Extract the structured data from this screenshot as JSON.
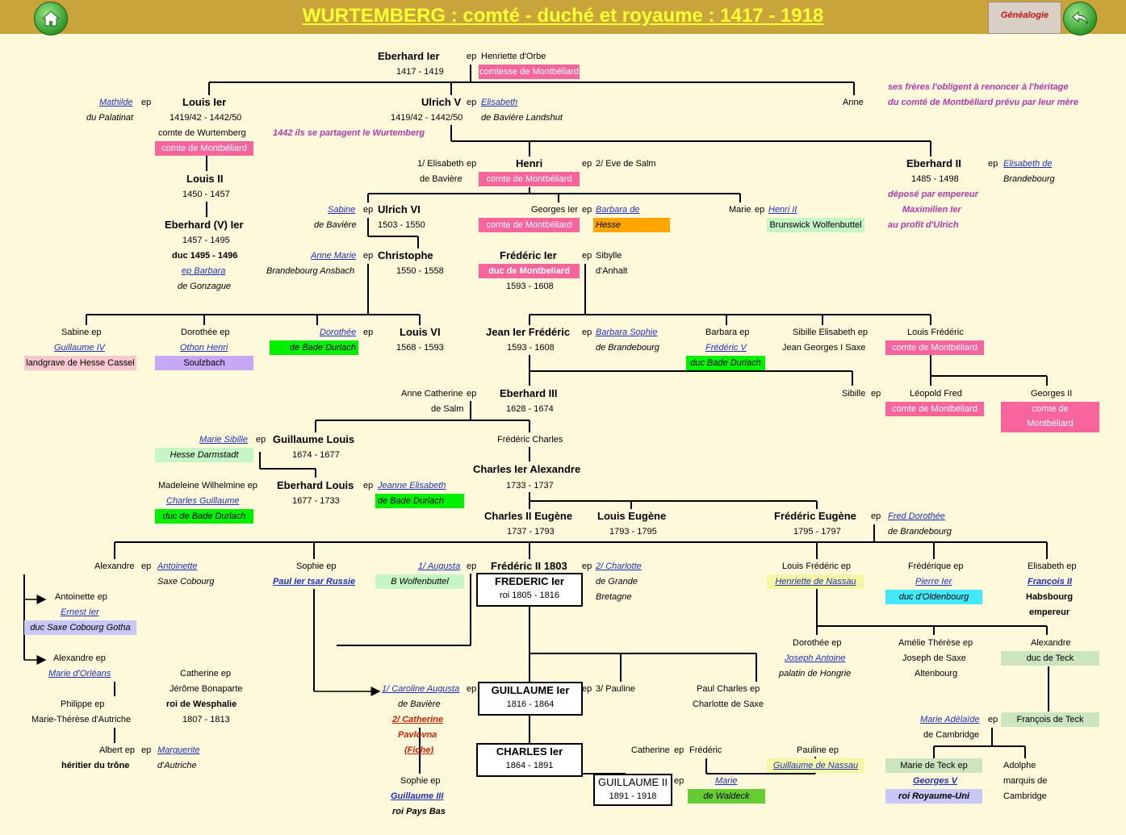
{
  "header": {
    "title": "WURTEMBERG : comté - duché et royaume : 1417 - 1918",
    "home_button": "home-icon",
    "badge": "Généalogie",
    "back_button": "back-arrow-icon"
  },
  "gen1": {
    "eberhard_i": "Eberhard Ier",
    "eberhard_i_dates": "1417 - 1419",
    "ep1": "ep",
    "henriette": "Henriette d'Orbe",
    "henriette_title": "comtesse de Montbéliard"
  },
  "gen2": {
    "mathilde": "Mathilde",
    "ep_mathilde": "ep",
    "palatin": "du Palatinat",
    "louis_i": "Louis Ier",
    "louis_i_dates": "1419/42 - 1442/50",
    "louis_i_t1": "comte de Wurtemberg",
    "louis_i_t2": "comte de Montbéliard",
    "ulrich_v": "Ulrich V",
    "ulrich_v_dates": "1419/42 - 1442/50",
    "ep_ulrich": "ep",
    "elisabeth": "Elisabeth",
    "baviere_landshut": "de Bavière Landshut",
    "partage": "1442 ils se partagent le Wurtemberg",
    "anne": "Anne",
    "note1": "ses frères l'obligent à renoncer à l'héritage",
    "note2": "du comté de Montbéliard prévu par leur mère"
  },
  "gen3": {
    "louis_ii": "Louis II",
    "louis_ii_dates": "1450 - 1457",
    "eberhard_v": "Eberhard (V) Ier",
    "eberhard_v_dates": "1457 - 1495",
    "eberhard_v_duc": "duc 1495 - 1496",
    "ep_barbara": "ep Barbara",
    "gonzague": "de Gonzague",
    "elisabeth1": "1/ Elisabeth",
    "ep_henri1": "ep",
    "de_baviere": "de Bavière",
    "henri": "Henri",
    "henri_title": "comte de Montbéliard",
    "ep_henri2": "ep",
    "eve": "2/ Eve de Salm",
    "eberhard_ii": "Eberhard II",
    "eberhard_ii_dates": "1485 - 1498",
    "ep_eb2": "ep",
    "elisabeth_de": "Elisabeth de",
    "brandebourg": "Brandebourg",
    "depose1": "déposé par empereur",
    "depose2": "Maximilien Ier",
    "depose3": "au profit d'Ulrich"
  },
  "gen4": {
    "sabine": "Sabine",
    "ep_sabine": "ep",
    "sabine_baviere": "de Bavière",
    "ulrich_vi": "Ulrich VI",
    "ulrich_vi_dates": "1503 - 1550",
    "georges_i": "Georges Ier",
    "ep_georges": "ep",
    "barbara_de": "Barbara de",
    "georges_title": "comte de Montbéliard",
    "hesse": "Hesse",
    "marie": "Marie",
    "ep_marie": "ep",
    "henri_ii": "Henri II",
    "brunswick": "Brunswick Wolfenbuttel",
    "anne_marie": "Anne Marie",
    "ep_am": "ep",
    "brandebourg_ansbach": "Brandebourg Ansbach",
    "christophe": "Christophe",
    "christophe_dates": "1550 - 1558",
    "frederic_i": "Frédéric Ier",
    "frederic_i_title": "duc de Montbeliard",
    "frederic_i_dates": "1593 - 1608",
    "ep_fred": "ep",
    "sibylle": "Sibylle",
    "anhalt": "d'Anhalt"
  },
  "gen5": {
    "sabine_ep": "Sabine ep",
    "guillaume_iv": "Guillaume IV",
    "landgrave": "landgrave de Hesse Cassel",
    "dorothee_ep": "Dorothée ep",
    "othon": "Othon Henri",
    "soulzbach": "Soulzbach",
    "dorothee": "Dorothée",
    "ep_dor": "ep",
    "bade_durlach": "de Bade Durlach",
    "louis_vi": "Louis VI",
    "louis_vi_dates": "1568 - 1593",
    "jean_frederic": "Jean Ier Frédéric",
    "jf_dates": "1593 - 1608",
    "ep_jf": "ep",
    "barbara_sophie": "Barbara Sophie",
    "de_brandebourg": "de Brandebourg",
    "barbara_ep": "Barbara ep",
    "frederic_v": "Frédéric V",
    "duc_bade_durlach": "duc Bade Durlach",
    "sibille_elisabeth": "Sibille Elisabeth ep",
    "jean_georges": "Jean Georges I Saxe",
    "louis_frederic": "Louis Frédéric",
    "lf_title": "comte de Montbéliard"
  },
  "gen6": {
    "anne_catherine": "Anne Catherine",
    "ep_ac": "ep",
    "de_salm": "de Salm",
    "eberhard_iii": "Eberhard III",
    "eberhard_iii_dates": "1628 - 1674",
    "sibille": "Sibille",
    "ep_sib": "ep",
    "leopold": "Léopold Fred",
    "leopold_title": "comte de Montbéliard",
    "georges_ii": "Georges II",
    "georges_ii_t1": "comte de",
    "georges_ii_t2": "Montbéliard"
  },
  "gen7": {
    "marie_sibille": "Marie Sibille",
    "ep_ms": "ep",
    "hesse_darmstadt": "Hesse Darmstadt",
    "guillaume_louis": "Guillaume Louis",
    "gl_dates": "1674 - 1677",
    "frederic_charles": "Frédéric Charles",
    "charles_alexandre": "Charles Ier Alexandre",
    "ca_dates": "1733 - 1737",
    "madeleine": "Madeleine Wilhelmine ep",
    "charles_guillaume": "Charles Guillaume",
    "duc_bade_durlach2": "duc de Bade Durlach",
    "eberhard_louis": "Eberhard Louis",
    "el_dates": "1677 - 1733",
    "ep_el": "ep",
    "jeanne_elisabeth": "Jeanne Elisabeth",
    "de_bade_durlach2": "de Bade Durlach"
  },
  "gen8": {
    "charles_ii": "Charles II Eugène",
    "charles_ii_dates": "1737 - 1793",
    "louis_eugene": "Louis Eugène",
    "louis_eugene_dates": "1793 - 1795",
    "frederic_eugene": "Frédéric Eugène",
    "fe_dates": "1795 - 1797",
    "ep_fe": "ep",
    "fred_dorothee": "Fred Dorothée",
    "fe_brandebourg": "de Brandebourg"
  },
  "gen9": {
    "alexandre": "Alexandre",
    "ep_alex": "ep",
    "antoinette": "Antoinette",
    "saxe_cobourg": "Saxe Cobourg",
    "sophie": "Sophie ep",
    "paul_ier": "Paul Ier tsar Russie",
    "augusta": "1/ Augusta",
    "ep_aug": "ep",
    "b_wolfenbuttel": "B Wolfenbuttel",
    "frederic_ii": "Frédéric II 1803",
    "frederic_roi": "FREDERIC Ier",
    "frederic_roi_dates": "roi 1805 - 1816",
    "ep_fr2": "ep",
    "charlotte": "2/ Charlotte",
    "de_grande": "de Grande",
    "bretagne": "Bretagne",
    "louis_frederic2": "Louis Frédéric ep",
    "henriette_nassau": "Henriette de Nassau",
    "frederique": "Frédérique ep",
    "pierre_ier": "Pierre Ier",
    "duc_oldenbourg": "duc d'Oldenbourg",
    "elisabeth_ep": "Elisabeth ep",
    "francois_ii": "François II",
    "habsbourg": "Habsbourg",
    "empereur": "empereur"
  },
  "gen10": {
    "antoinette_ep": "Antoinette ep",
    "ernest_ier": "Ernest Ier",
    "duc_saxe_cobourg": "duc Saxe Cobourg Gotha",
    "alexandre_ep": "Alexandre  ep",
    "marie_orleans": "Marie d'Orléans",
    "philippe_ep": "Philippe ep",
    "marie_therese": "Marie-Thérèse d'Autriche",
    "albert_ep": "Albert ep",
    "ep_albert": "ep",
    "marguerite": "Marguerite",
    "heritier": "héritier du trône",
    "dautriche": "d'Autriche",
    "catherine_ep": "Catherine ep",
    "jerome": "Jérôme Bonaparte",
    "roi_wesphalie": "roi de Wesphalie",
    "wesphalie_dates": "1807 - 1813",
    "dorothee_ep2": "Dorothée ep",
    "joseph_antoine": "Joseph Antoine",
    "palatin_hongrie": "palatin de Hongrie",
    "amelie": "Amélie Thérèse ep",
    "joseph_saxe": "Joseph de Saxe",
    "altenbourg": "Altenbourg",
    "alexandre2": "Alexandre",
    "duc_de_teck": "duc de Teck"
  },
  "gen11": {
    "caroline": "1/ Caroline Augusta",
    "ep_car": "ep",
    "car_baviere": "de Bavière",
    "catherine2": "2/ Catherine",
    "pavlovna": "Pavlovna",
    "fiche": "(Fiche)",
    "guillaume_i": "GUILLAUME Ier",
    "guillaume_i_dates": "1816 - 1864",
    "ep_g1": "ep",
    "pauline3": "3/ Pauline",
    "paul_charles": "Paul Charles ep",
    "charlotte_saxe": "Charlotte de Saxe",
    "marie_adelaide": "Marie Adélaïde",
    "ep_ma": "ep",
    "de_cambridge": "de Cambridge",
    "francois_teck": "François de Teck",
    "sophie_ep": "Sophie ep",
    "guillaume_iii": "Guillaume III",
    "roi_pays_bas": "roi Pays Bas"
  },
  "gen12": {
    "charles_i": "CHARLES Ier",
    "charles_i_dates": "1864 - 1891",
    "catherine3": "Catherine",
    "ep_cat3": "ep",
    "frederic3": "Frédéric",
    "pauline_ep": "Pauline ep",
    "guillaume_nassau": "Guillaume de Nassau",
    "guillaume_ii": "GUILLAUME II",
    "guillaume_ii_dates": "1891 - 1918",
    "ep_g2": "ep",
    "marie2": "Marie",
    "waldeck": "de Waldeck",
    "marie_teck": "Marie de Teck ep",
    "georges_v": "Georges V",
    "roi_royaume_uni": "roi Royaume-Uni",
    "adolphe": "Adolphe",
    "marquis": "marquis de",
    "cambridge": "Cambridge"
  }
}
